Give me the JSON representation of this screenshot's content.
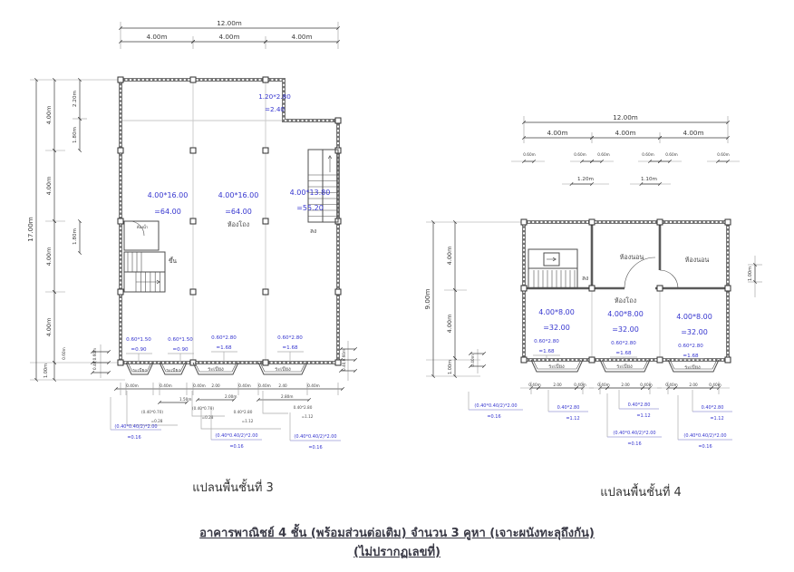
{
  "colors": {
    "annotation_blue": "#3636cf",
    "line_dark": "#3c3c3c",
    "wall_gray": "#757575"
  },
  "plan3": {
    "caption": "แปลนพื้นชั้นที่ 3",
    "top_dims": {
      "total": "12.00m",
      "spans": [
        "4.00m",
        "4.00m",
        "4.00m"
      ]
    },
    "left_dims": {
      "total": "17.00m",
      "rows": [
        "4.00m",
        "4.00m",
        "4.00m",
        "4.00m"
      ],
      "bottom": "1.00m",
      "inner": [
        "2.20m",
        "1.80m",
        "1.80m"
      ],
      "bottom_small": "0.60m"
    },
    "rot_left": "0.40,0.60m",
    "rot_right": "0.40,0.60m",
    "notch": {
      "l1": "1.20*2.80",
      "l2": "=2.40"
    },
    "rooms": [
      {
        "l1": "4.00*16.00",
        "l2": "=64.00"
      },
      {
        "l1": "4.00*16.00",
        "l2": "=64.00"
      },
      {
        "l1": "4.00*13.80",
        "l2": "=55.20"
      }
    ],
    "hall": "ห้องโถง",
    "bath": "ห้องน้ำ",
    "up": "ขึ้น",
    "down": "ลง",
    "balcony": "ระเบียง",
    "balc_labels": [
      {
        "l1": "0.60*1.50",
        "l2": "=0.90"
      },
      {
        "l1": "0.60*1.50",
        "l2": "=0.90"
      },
      {
        "l1": "0.60*2.80",
        "l2": "=1.68"
      },
      {
        "l1": "0.60*2.80",
        "l2": "=1.68"
      }
    ],
    "bot_dims": {
      "t040": "0.40m",
      "t150": "1.50m",
      "t200": "2.00",
      "t200m": "2.00m",
      "t240": "2.40",
      "t280m": "2.80m"
    },
    "bot_black": [
      {
        "l1": "(0.40*0.70)",
        "l2": "=0.28"
      },
      {
        "l1": "(0.40*0.70)",
        "l2": "=0.28"
      },
      {
        "l1": "0.40*2.80",
        "l2": "=1.12"
      },
      {
        "l1": "0.40*2.80",
        "l2": "=1.12"
      }
    ],
    "bot_blue": [
      {
        "l1": "(0.40*0.40/2)*2.00",
        "l2": "=0.16"
      },
      {
        "l1": "(0.40*0.40/2)*2.00",
        "l2": "=0.16"
      },
      {
        "l1": "(0.40*0.40/2)*2.00",
        "l2": "=0.16"
      }
    ]
  },
  "plan4": {
    "caption": "แปลนพื้นชั้นที่ 4",
    "top_dims": {
      "total": "12.00m",
      "spans": [
        "4.00m",
        "4.00m",
        "4.00m"
      ],
      "s060": "0.60m",
      "s120": "1.20m",
      "s110": "1.10m"
    },
    "left_dims": {
      "total": "9.00m",
      "rows": [
        "4.00m",
        "4.00m"
      ],
      "bottom": "1.00m",
      "small": "0.40m"
    },
    "rot_right": "1.00m",
    "bedroom": "ห้องนอน",
    "hall": "ห้องโถง",
    "down": "ลง",
    "balcony": "ระเบียง",
    "rooms": [
      {
        "l1": "4.00*8.00",
        "l2": "=32.00"
      },
      {
        "l1": "4.00*8.00",
        "l2": "=32.00"
      },
      {
        "l1": "4.00*8.00",
        "l2": "=32.00"
      }
    ],
    "balc_labels": [
      {
        "l1": "0.60*2.80",
        "l2": "=1.68"
      },
      {
        "l1": "0.60*2.80",
        "l2": "=1.68"
      },
      {
        "l1": "0.60*2.80",
        "l2": "=1.68"
      }
    ],
    "bot_dims": {
      "t040": "0.40m",
      "t200": "2.00"
    },
    "bot_mid": [
      {
        "l1": "0.40*2.80",
        "l2": "=1.12"
      },
      {
        "l1": "0.40*2.80",
        "l2": "=1.12"
      },
      {
        "l1": "0.40*2.80",
        "l2": "=1.12"
      }
    ],
    "bot_blue": [
      {
        "l1": "(0.40*0.40/2)*2.00",
        "l2": "=0.16"
      },
      {
        "l1": "(0.40*0.40/2)*2.00",
        "l2": "=0.16"
      },
      {
        "l1": "(0.40*0.40/2)*2.00",
        "l2": "=0.16"
      }
    ]
  },
  "footer": {
    "line1": "อาคารพาณิชย์ 4 ชั้น (พร้อมส่วนต่อเติม) จำนวน 3 คูหา (เจาะผนังทะลุถึงกัน)",
    "line2": "(ไม่ปรากฏเลขที่)"
  }
}
